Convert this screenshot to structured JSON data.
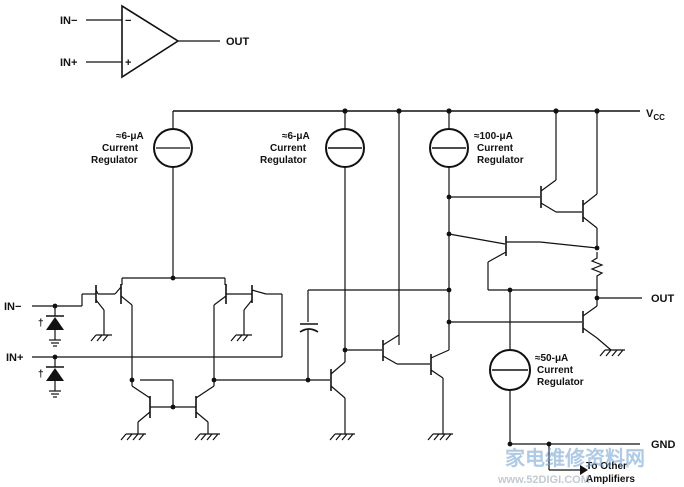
{
  "symbol": {
    "in_minus": "IN−",
    "in_plus": "IN+",
    "out": "OUT",
    "minus_sign": "−",
    "plus_sign": "+"
  },
  "rails": {
    "vcc_main": "V",
    "vcc_sub": "CC",
    "gnd": "GND"
  },
  "pins": {
    "in_minus": "IN−",
    "in_plus": "IN+",
    "out": "OUT"
  },
  "regulators": [
    {
      "value": "≈6-μA",
      "line2": "Current",
      "line3": "Regulator"
    },
    {
      "value": "≈6-μA",
      "line2": "Current",
      "line3": "Regulator"
    },
    {
      "value": "≈100-μA",
      "line2": "Current",
      "line3": "Regulator"
    },
    {
      "value": "≈50-μA",
      "line2": "Current",
      "line3": "Regulator"
    }
  ],
  "diode_marks": [
    "†",
    "†"
  ],
  "to_other": {
    "line1": "To Other",
    "line2": "Amplifiers"
  },
  "watermark": {
    "cjk": "家电维修资料网",
    "url": "www.52DIGI.COM"
  }
}
